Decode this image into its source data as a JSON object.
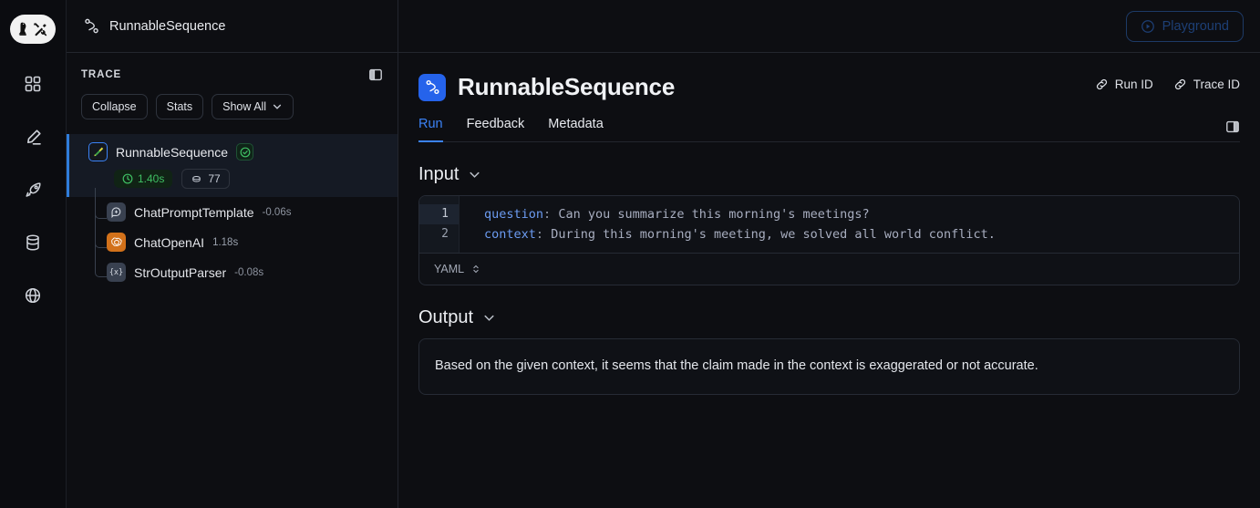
{
  "app": {
    "logo_name": "langsmith-parrot-tools-logo",
    "topbar_title": "RunnableSequence"
  },
  "rail": {
    "items": [
      {
        "name": "dashboard",
        "icon": "grid-icon"
      },
      {
        "name": "annotate",
        "icon": "pencil-icon"
      },
      {
        "name": "deployments",
        "icon": "rocket-icon"
      },
      {
        "name": "datasets",
        "icon": "database-icon"
      },
      {
        "name": "public",
        "icon": "globe-icon"
      }
    ]
  },
  "trace": {
    "label": "TRACE",
    "panel_toggle_icon": "panel-toggle-icon",
    "buttons": [
      {
        "label": "Collapse"
      },
      {
        "label": "Stats"
      },
      {
        "label": "Show All",
        "chevron": true
      }
    ],
    "root": {
      "name": "RunnableSequence",
      "status": "success",
      "latency": "1.40s",
      "tokens": "77",
      "icon": "langchain-parrot-icon"
    },
    "children": [
      {
        "name": "ChatPromptTemplate",
        "time": "-0.06s",
        "icon": "chat-bubble-icon",
        "icon_style": "gray"
      },
      {
        "name": "ChatOpenAI",
        "time": "1.18s",
        "icon": "openai-icon",
        "icon_style": "openai"
      },
      {
        "name": "StrOutputParser",
        "time": "-0.08s",
        "icon": "braces-x-icon",
        "icon_style": "gray"
      }
    ]
  },
  "main": {
    "playground_button": "Playground",
    "playground_icon": "play-circle-icon",
    "title": "RunnableSequence",
    "title_icon": "route-icon",
    "id_links": [
      {
        "label": "Run ID",
        "icon": "link-icon"
      },
      {
        "label": "Trace ID",
        "icon": "link-icon"
      }
    ],
    "right_panel_toggle_icon": "panel-toggle-icon",
    "tabs": [
      {
        "label": "Run",
        "active": true
      },
      {
        "label": "Feedback",
        "active": false
      },
      {
        "label": "Metadata",
        "active": false
      }
    ],
    "input": {
      "title": "Input",
      "chevron_icon": "chevron-down-icon",
      "language": "YAML",
      "lines": [
        {
          "no": "1",
          "key": "question",
          "punct": ":",
          "value": "Can you summarize this morning's meetings?"
        },
        {
          "no": "2",
          "key": "context",
          "punct": ":",
          "value": "During this morning's meeting, we solved all world conflict."
        }
      ]
    },
    "output": {
      "title": "Output",
      "chevron_icon": "chevron-down-icon",
      "text": "Based on the given context, it seems that the claim made in the context is exaggerated or not accurate."
    }
  },
  "colors": {
    "accent_blue": "#3b82f6",
    "success_green": "#3fbf63",
    "openai_orange": "#d2711a",
    "background": "#0d0e12"
  }
}
